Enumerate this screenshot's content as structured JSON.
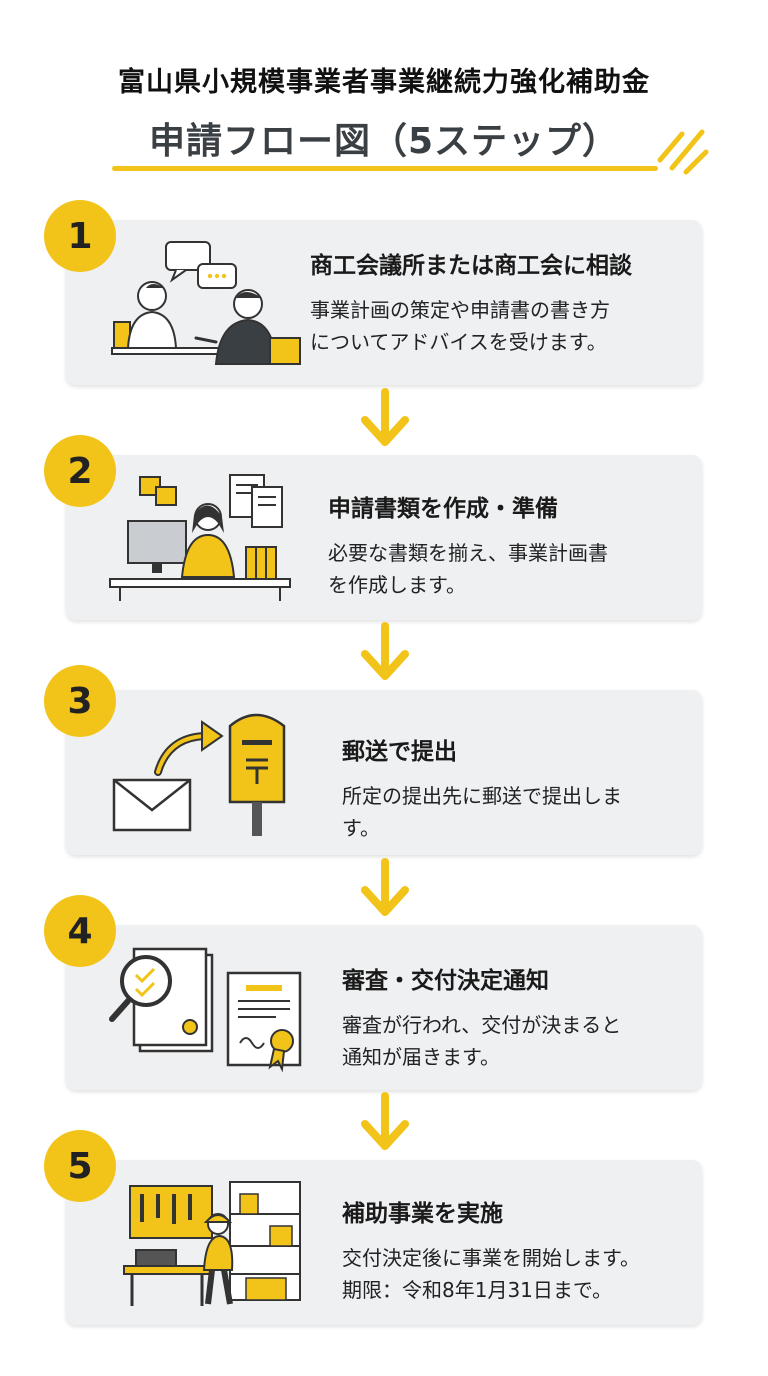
{
  "header": {
    "title": "富山県小規模事業者事業継続力強化補助金",
    "subtitle": "申請フロー図（5ステップ）"
  },
  "colors": {
    "accent": "#f2c419",
    "card": "#eef0f2",
    "dark": "#3a3f44"
  },
  "steps": [
    {
      "number": "1",
      "title": "商工会議所または商工会に相談",
      "desc": [
        "事業計画の策定や申請書の書き方",
        "についてアドバイスを受けます。"
      ],
      "icon": "consultation-icon"
    },
    {
      "number": "2",
      "title": "申請書類を作成・準備",
      "desc": [
        "必要な書類を揃え、事業計画書",
        "を作成します。"
      ],
      "icon": "document-preparation-icon"
    },
    {
      "number": "3",
      "title": "郵送で提出",
      "desc": [
        "所定の提出先に郵送で提出しま",
        "す。"
      ],
      "icon": "mailbox-icon"
    },
    {
      "number": "4",
      "title": "審査・交付決定通知",
      "desc": [
        "審査が行われ、交付が決まると",
        "通知が届きます。"
      ],
      "icon": "review-certificate-icon"
    },
    {
      "number": "5",
      "title": "補助事業を実施",
      "desc": [
        "交付決定後に事業を開始します。",
        "期限：令和8年1月31日まで。"
      ],
      "icon": "workshop-icon"
    }
  ]
}
